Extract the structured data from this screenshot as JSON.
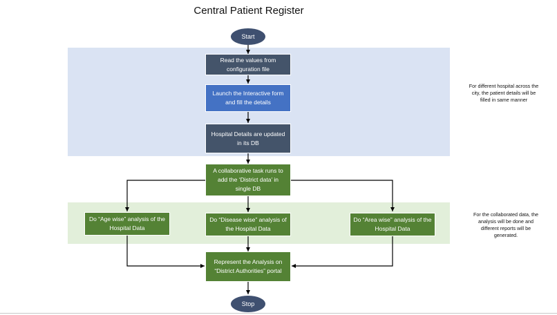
{
  "title": "Central Patient Register",
  "nodes": {
    "start": "Start",
    "read_config": "Read the values from\nconfiguration file",
    "launch_form": "Launch the Interactive form\nand fill the details",
    "hospital_details": "Hospital Details are updated\nin its DB",
    "collab_task": "A collaborative task runs to\nadd the ‘District data’ in\nsingle  DB",
    "age_wise": "Do “Age wise” analysis of the\nHospital Data",
    "disease_wise": "Do “Disease wise” analysis of\nthe  Hospital Data",
    "area_wise": "Do “Area wise” analysis of the\nHospital Data",
    "represent": "Represent the Analysis on\n“District Authorities” portal",
    "stop": "Stop"
  },
  "notes": {
    "hospital_note": "For different hospital across the\ncity, the patient details will be\nfilled in same manner",
    "collab_note": "For the collaborated data, the\nanalysis will be done and\ndifferent reports will be\ngenerated."
  },
  "colors": {
    "band_blue": "#dae3f3",
    "band_green": "#e2efda",
    "dark_box": "#44546a",
    "blue_box": "#4472c4",
    "green_box": "#548235",
    "terminator": "#3f5070"
  }
}
